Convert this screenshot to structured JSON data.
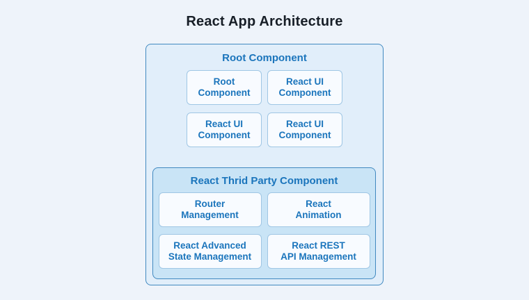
{
  "title": "React App Architecture",
  "outer": {
    "label": "Root Component",
    "boxes": [
      "Root\nComponent",
      "React UI\nComponent",
      "React UI\nComponent",
      "React UI\nComponent"
    ]
  },
  "inner": {
    "label": "React Thrid Party Component",
    "boxes": [
      "Router\nManagement",
      "React\nAnimation",
      "React Advanced\nState Management",
      "React REST\nAPI Management"
    ]
  },
  "colors": {
    "page_background": "#eef3fa",
    "outer_container_fill": "#e1eefa",
    "inner_container_fill": "#c9e4f6",
    "box_fill": "#f8fbff",
    "container_border": "#4189c0",
    "box_border": "#9fc6e4",
    "blue_text": "#1b75bc",
    "title_text": "#171e27"
  }
}
